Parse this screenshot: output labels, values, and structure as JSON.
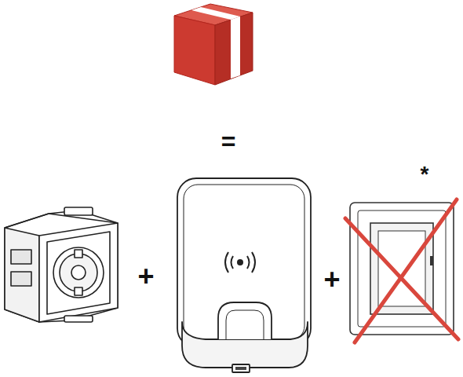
{
  "diagram": {
    "labels": [
      "=",
      "+",
      "+",
      "*"
    ]
  }
}
